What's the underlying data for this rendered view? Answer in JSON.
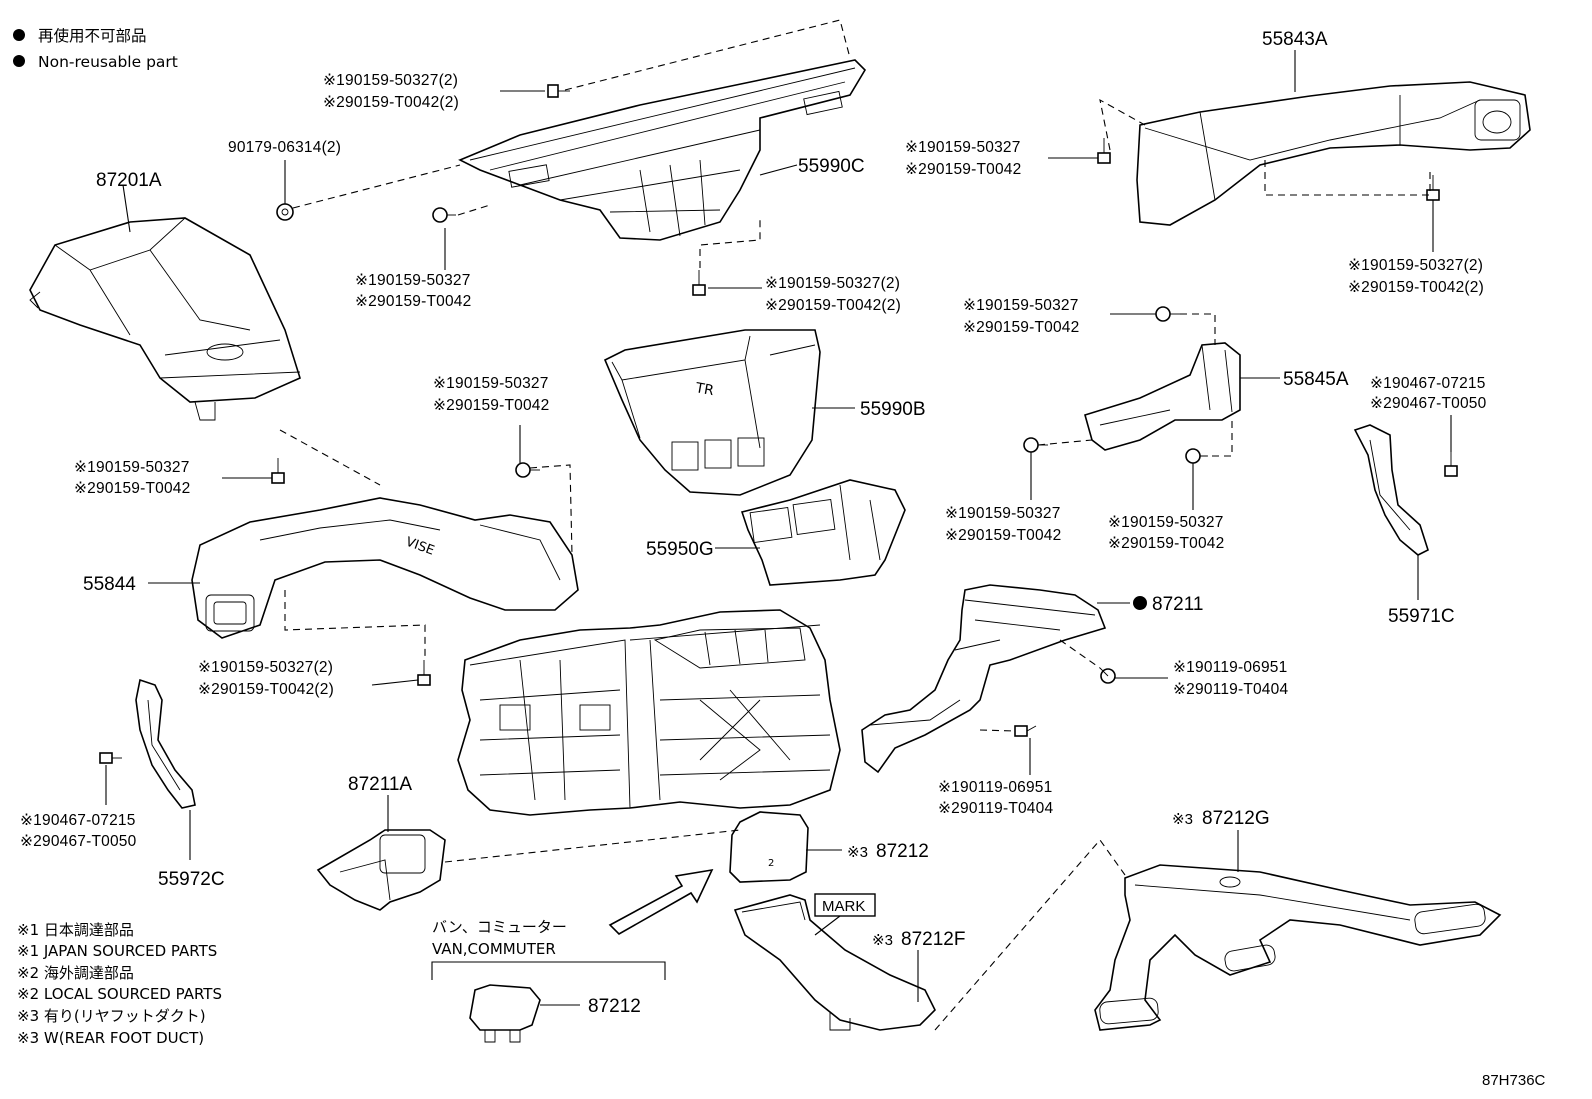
{
  "legend": {
    "line1": "再使用不可部品",
    "line2": "Non-reusable part"
  },
  "parts": {
    "p55843A": "55843A",
    "p87201A": "87201A",
    "p55990C": "55990C",
    "p55990B": "55990B",
    "p55845A": "55845A",
    "p55844": "55844",
    "p55950G": "55950G",
    "p87211": "87211",
    "p55971C": "55971C",
    "p87211A": "87211A",
    "p55972C": "55972C",
    "p87212_main": "87212",
    "p87212G": "87212G",
    "p87212F": "87212F",
    "p87212_van": "87212",
    "mark3a": "※3",
    "mark3b": "※3",
    "mark3c": "※3",
    "mark_label": "MARK"
  },
  "refs": {
    "r1a": "※190159-50327(2)",
    "r1b": "※290159-T0042(2)",
    "r2": "90179-06314(2)",
    "r3a": "※190159-50327",
    "r3b": "※290159-T0042",
    "r4a": "※190159-50327",
    "r4b": "※290159-T0042",
    "r5a": "※190159-50327(2)",
    "r5b": "※290159-T0042(2)",
    "r6a": "※190159-50327(2)",
    "r6b": "※290159-T0042(2)",
    "r7a": "※190159-50327",
    "r7b": "※290159-T0042",
    "r8a": "※190159-50327",
    "r8b": "※290159-T0042",
    "r9a": "※190467-07215",
    "r9b": "※290467-T0050",
    "r10a": "※190159-50327",
    "r10b": "※290159-T0042",
    "r11a": "※190159-50327",
    "r11b": "※290159-T0042",
    "r12a": "※190159-50327",
    "r12b": "※290159-T0042",
    "r13a": "※190159-50327(2)",
    "r13b": "※290159-T0042(2)",
    "r14a": "※190119-06951",
    "r14b": "※290119-T0404",
    "r15a": "※190119-06951",
    "r15b": "※290119-T0404",
    "r16a": "※190467-07215",
    "r16b": "※290467-T0050"
  },
  "notes": {
    "n1": "※1 日本調達部品",
    "n2": "※1 JAPAN SOURCED PARTS",
    "n3": "※2 海外調達部品",
    "n4": "※2 LOCAL SOURCED PARTS",
    "n5": "※3 有り(リヤフットダクト)",
    "n6": "※3 W(REAR FOOT DUCT)"
  },
  "van": {
    "jp": "バン、コミューター",
    "en": "VAN,COMMUTER"
  },
  "diagram_code": "87H736C"
}
